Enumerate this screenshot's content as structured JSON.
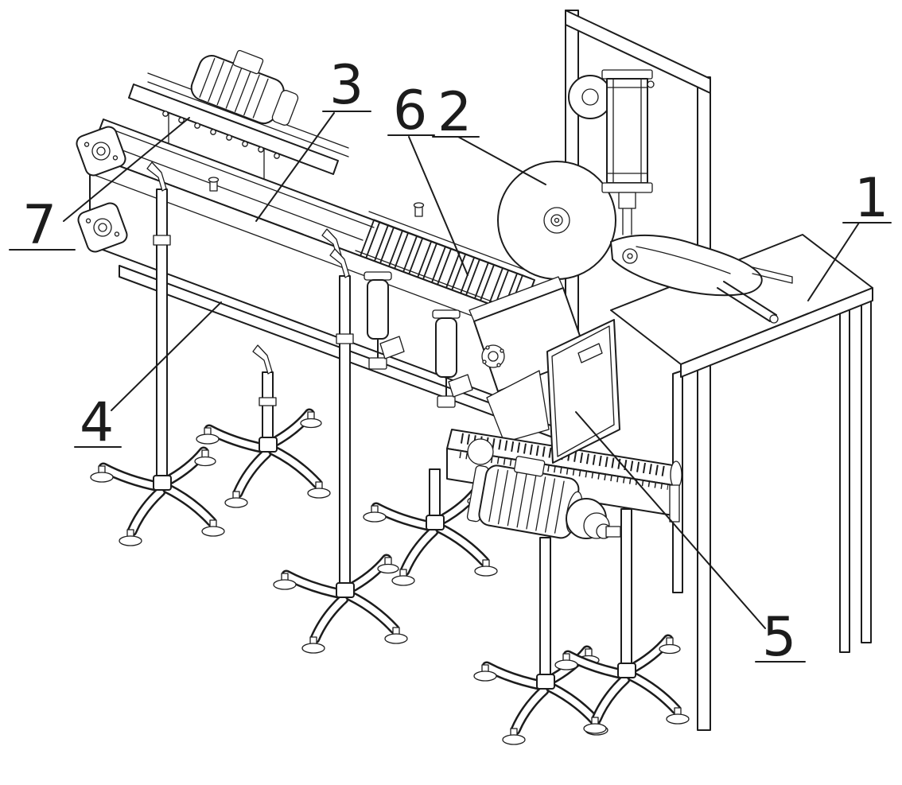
{
  "colors": {
    "line": "#1c1c1c",
    "background": "#ffffff"
  },
  "diagram": {
    "type": "patent-technical-drawing",
    "labels": [
      "1",
      "2",
      "3",
      "4",
      "5",
      "6",
      "7"
    ]
  }
}
